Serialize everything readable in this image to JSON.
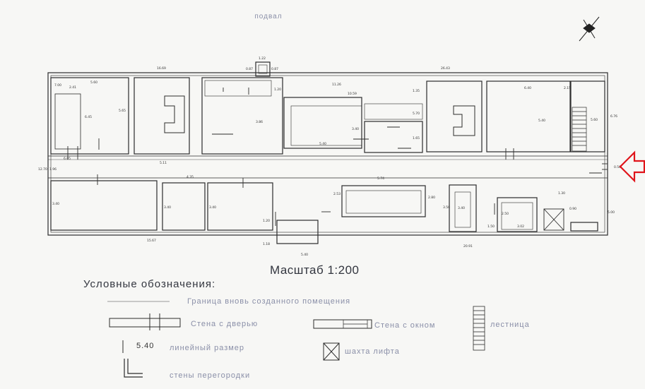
{
  "plan": {
    "title": "подвал",
    "scale_label": "Масштаб 1:200"
  },
  "legend": {
    "heading": "Условные обозначения:",
    "new_room_boundary": "Граница вновь созданного помещения",
    "wall_with_door": "Стена с дверью",
    "wall_with_window": "Стена с окном",
    "stairs": "лестница",
    "linear_dimension_value": "5.40",
    "linear_dimension": "линейный размер",
    "elevator_shaft": "шахта лифта",
    "partition_walls": "стены перегородки"
  },
  "dimensions": {
    "d1": "16.69",
    "d2": "26.43",
    "d3": "0.87",
    "d4": "1.22",
    "d5": "0.87",
    "d6": "7.00",
    "d7": "2.41",
    "d8": "5.60",
    "d9": "6.45",
    "d10": "5.65",
    "d11": "6.05",
    "d12": "5.11",
    "d13": "1.20",
    "d14": "11.26",
    "d15": "10.59",
    "d16": "1.35",
    "d17": "3.86",
    "d18": "5.40",
    "d19": "3.40",
    "d20": "5.70",
    "d21": "1.65",
    "d22": "6.40",
    "d23": "2.15",
    "d24": "5.40",
    "d25": "5.60",
    "d26": "6.76",
    "d27": "3.40",
    "d28": "3.40",
    "d29": "3.40",
    "d30": "4.35",
    "d31": "5.74",
    "d32": "2.53",
    "d33": "2.80",
    "d34": "3.50",
    "d35": "3.40",
    "d36": "1.50",
    "d37": "2.50",
    "d38": "3.02",
    "d39": "1.30",
    "d40": "0.90",
    "d41": "1.20",
    "d42": "5.40",
    "d43": "1.18",
    "d44": "15.67",
    "d45": "20.91",
    "d46": "12.70",
    "d47": "1.96",
    "d48": "5.00",
    "d49": "0.50"
  }
}
